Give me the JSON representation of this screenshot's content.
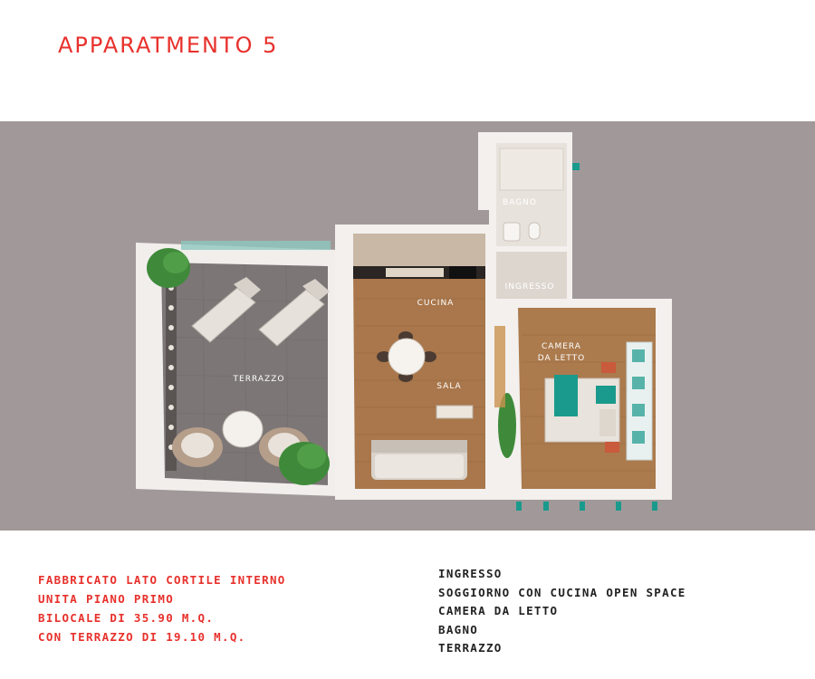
{
  "title": "APPARATMENTO 5",
  "colors": {
    "accent": "#e8312c",
    "band": "#a19999",
    "wood": "#a9774b",
    "tile": "#7c7676",
    "teal": "#1a9a8c"
  },
  "rooms": {
    "bagno": "BAGNO",
    "ingresso": "INGRESSO",
    "cucina": "CUCINA",
    "sala": "SALA",
    "camera_1": "CAMERA",
    "camera_2": "DA LETTO",
    "terrazzo": "TERRAZZO"
  },
  "details": [
    "FABBRICATO LATO CORTILE INTERNO",
    "UNITA PIANO PRIMO",
    "BILOCALE DI 35.90 M.Q.",
    "CON TERRAZZO  DI 19.10 M.Q."
  ],
  "room_list": [
    "INGRESSO",
    "SOGGIORNO CON CUCINA OPEN SPACE",
    "CAMERA DA LETTO",
    "BAGNO",
    "TERRAZZO"
  ]
}
